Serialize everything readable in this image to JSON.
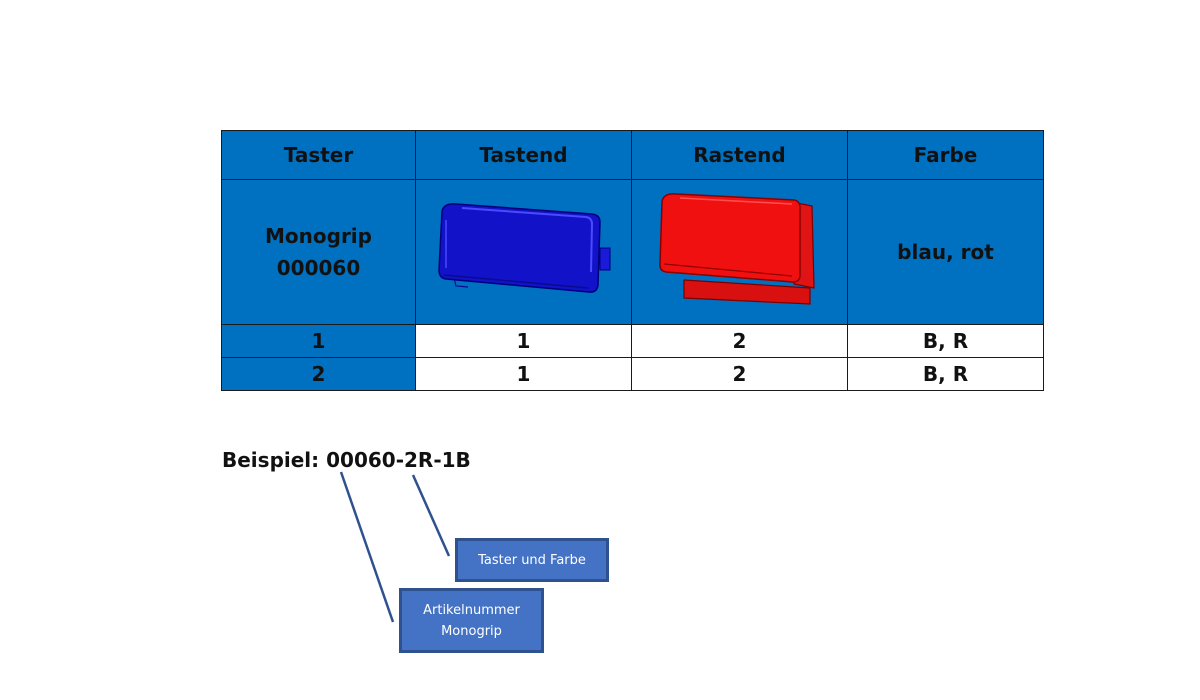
{
  "table": {
    "headers": [
      "Taster",
      "Tastend",
      "Rastend",
      "Farbe"
    ],
    "product": {
      "name_line1": "Monogrip",
      "name_line2": "000060",
      "colors": "blau, rot"
    },
    "images": {
      "tastend_icon": "blue-button-cap-icon",
      "rastend_icon": "red-button-cap-icon"
    },
    "rows": [
      {
        "taster": "1",
        "tastend": "1",
        "rastend": "2",
        "farbe": "B, R"
      },
      {
        "taster": "2",
        "tastend": "1",
        "rastend": "2",
        "farbe": "B, R"
      }
    ]
  },
  "example": {
    "label": "Beispiel: 00060-2R-1B"
  },
  "callouts": {
    "taster_farbe": "Taster und Farbe",
    "artikel_line1": "Artikelnummer",
    "artikel_line2": "Monogrip"
  },
  "colors": {
    "header_blue": "#0070c0",
    "callout_blue": "#4472c4",
    "callout_border": "#2f528f",
    "line_color": "#2f528f",
    "tastend_color": "#1010d0",
    "rastend_color": "#e81010"
  }
}
